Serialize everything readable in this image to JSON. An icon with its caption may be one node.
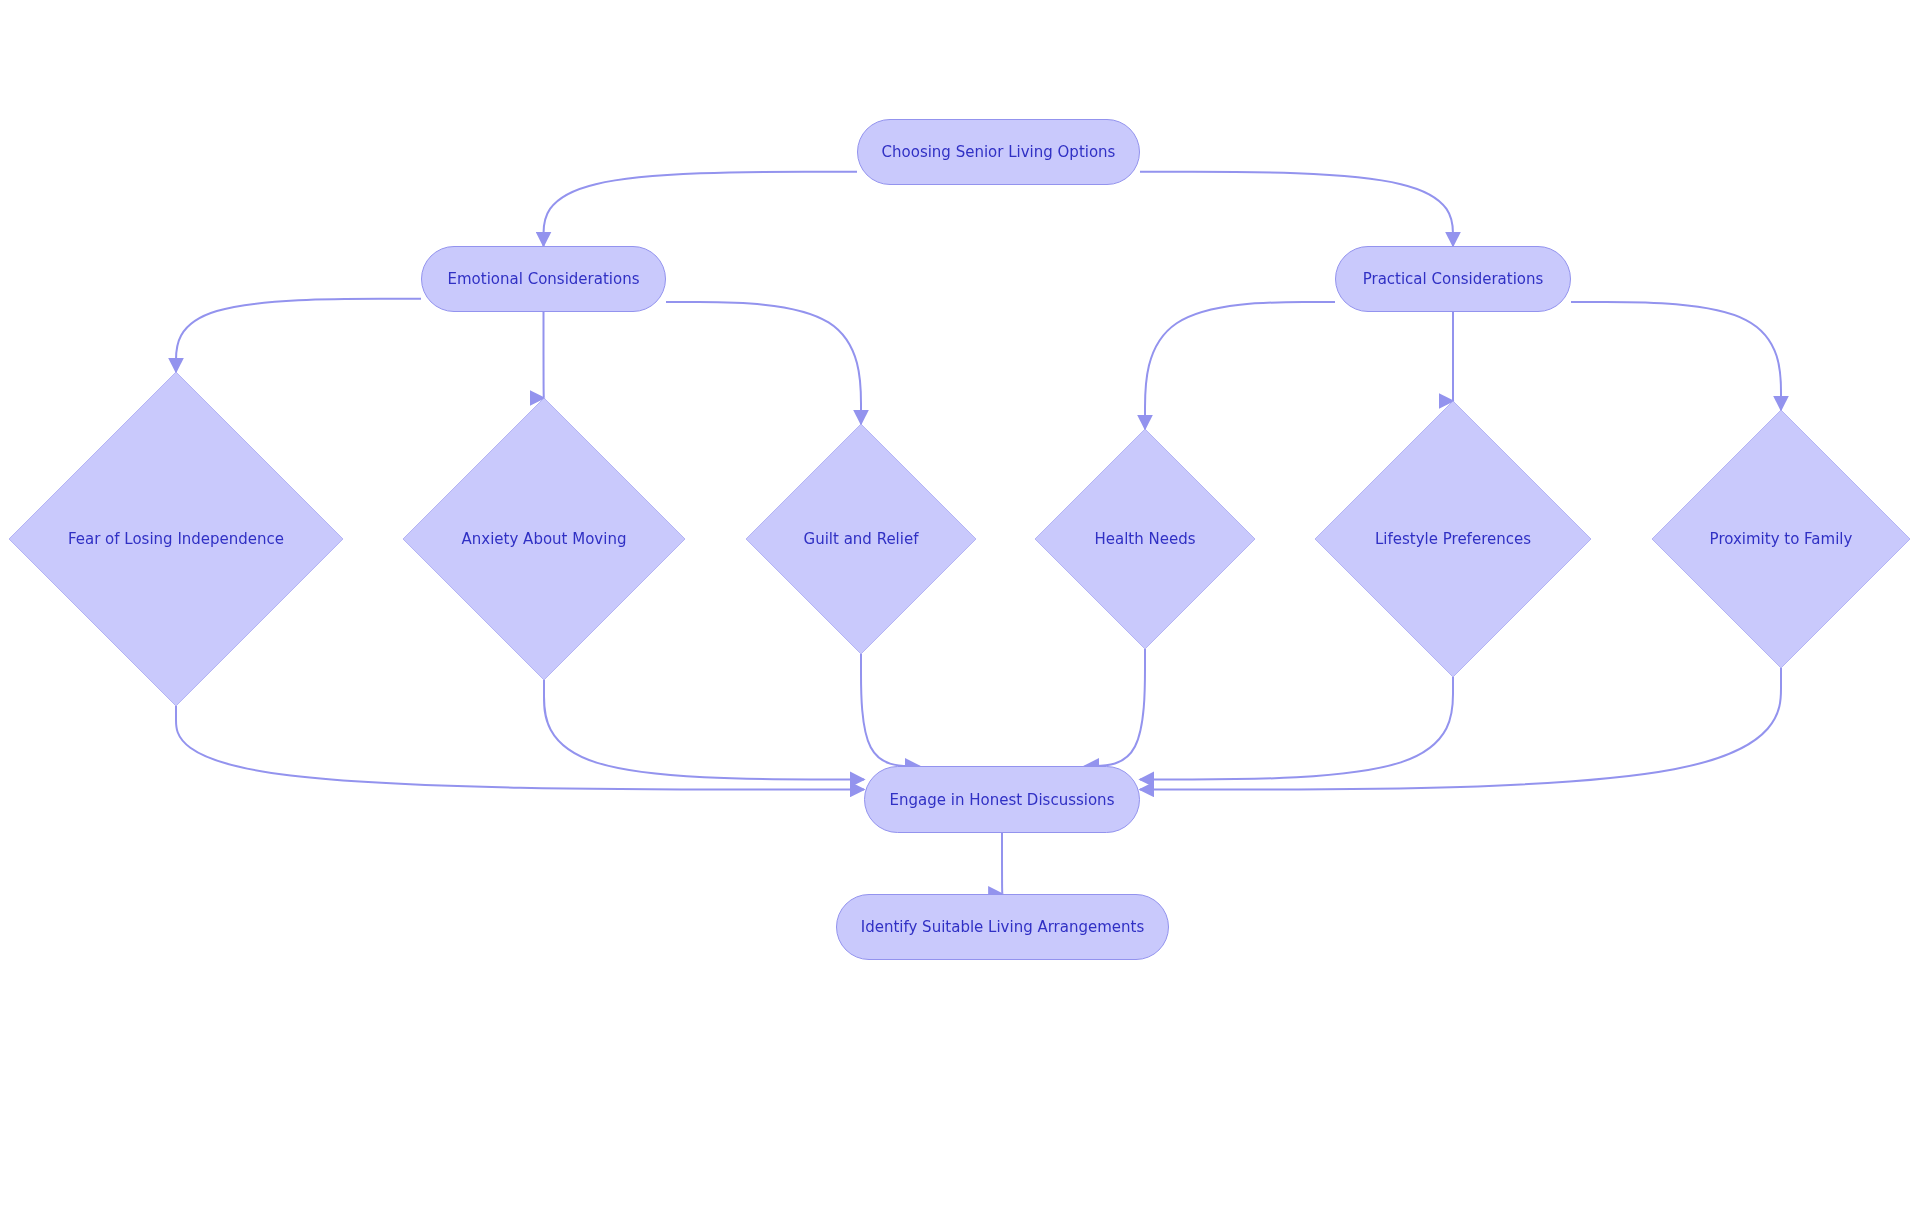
{
  "diagram": {
    "nodes": [
      {
        "text": [
          "Choosing Senior Living Options"
        ]
      },
      {
        "text": [
          "Emotional Considerations"
        ]
      },
      {
        "text": [
          "Practical Considerations"
        ]
      },
      {
        "text": [
          "Fear of Losing Independence"
        ]
      },
      {
        "text": [
          "Anxiety About Moving"
        ]
      },
      {
        "text": [
          "Guilt and Relief"
        ]
      },
      {
        "text": [
          "Health Needs"
        ]
      },
      {
        "text": [
          "Lifestyle Preferences"
        ]
      },
      {
        "text": [
          "Proximity to Family"
        ]
      },
      {
        "text": [
          "Engage in Honest Discussions"
        ]
      },
      {
        "text": [
          "Identify Suitable Living Arrangements"
        ]
      }
    ],
    "edges": [
      {
        "from": 0,
        "to": 1,
        "arrow": "to"
      },
      {
        "from": 0,
        "to": 2,
        "arrow": "to"
      },
      {
        "from": 1,
        "to": 3,
        "arrow": "to"
      },
      {
        "from": 1,
        "to": 4,
        "arrow": "to"
      },
      {
        "from": 1,
        "to": 5,
        "arrow": "to"
      },
      {
        "from": 2,
        "to": 6,
        "arrow": "to"
      },
      {
        "from": 2,
        "to": 7,
        "arrow": "to"
      },
      {
        "from": 2,
        "to": 8,
        "arrow": "to"
      },
      {
        "from": 3,
        "to": 9,
        "arrow": "to"
      },
      {
        "from": 4,
        "to": 9,
        "arrow": "to"
      },
      {
        "from": 5,
        "to": 9,
        "arrow": "to"
      },
      {
        "from": 6,
        "to": 9,
        "arrow": "to"
      },
      {
        "from": 7,
        "to": 9,
        "arrow": "to"
      },
      {
        "from": 8,
        "to": 9,
        "arrow": "to"
      },
      {
        "from": 9,
        "to": 10,
        "arrow": "to"
      }
    ]
  }
}
